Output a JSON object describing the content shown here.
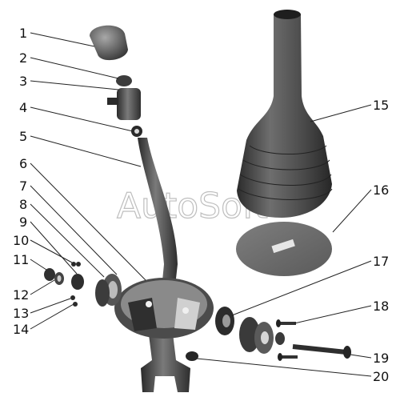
{
  "diagram": {
    "watermark": "AutoSoft",
    "callouts": [
      {
        "id": "c1",
        "label": "1"
      },
      {
        "id": "c2",
        "label": "2"
      },
      {
        "id": "c3",
        "label": "3"
      },
      {
        "id": "c4",
        "label": "4"
      },
      {
        "id": "c5",
        "label": "5"
      },
      {
        "id": "c6",
        "label": "6"
      },
      {
        "id": "c7",
        "label": "7"
      },
      {
        "id": "c8",
        "label": "8"
      },
      {
        "id": "c9",
        "label": "9"
      },
      {
        "id": "c10",
        "label": "10"
      },
      {
        "id": "c11",
        "label": "11"
      },
      {
        "id": "c12",
        "label": "12"
      },
      {
        "id": "c13",
        "label": "13"
      },
      {
        "id": "c14",
        "label": "14"
      },
      {
        "id": "c15",
        "label": "15"
      },
      {
        "id": "c16",
        "label": "16"
      },
      {
        "id": "c17",
        "label": "17"
      },
      {
        "id": "c18",
        "label": "18"
      },
      {
        "id": "c19",
        "label": "19"
      },
      {
        "id": "c20",
        "label": "20"
      }
    ]
  }
}
